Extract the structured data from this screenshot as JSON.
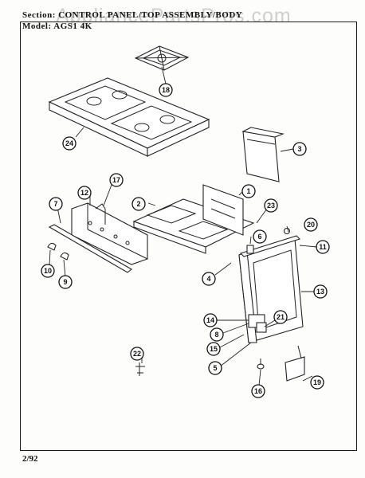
{
  "header": {
    "section_line": "Section:  CONTROL PANEL/TOP ASSEMBLY/BODY",
    "model_line": "Model:  AGS1 4K"
  },
  "watermark": "AppliancePartsPros.com",
  "footer": {
    "date": "2/92"
  },
  "callouts": [
    "1",
    "2",
    "3",
    "4",
    "5",
    "6",
    "7",
    "8",
    "9",
    "10",
    "11",
    "12",
    "13",
    "14",
    "15",
    "16",
    "17",
    "18",
    "19",
    "20",
    "21",
    "22",
    "23",
    "24"
  ],
  "colors": {
    "ink": "#111111",
    "paper": "#fdfdfb",
    "watermark": "#969696"
  }
}
